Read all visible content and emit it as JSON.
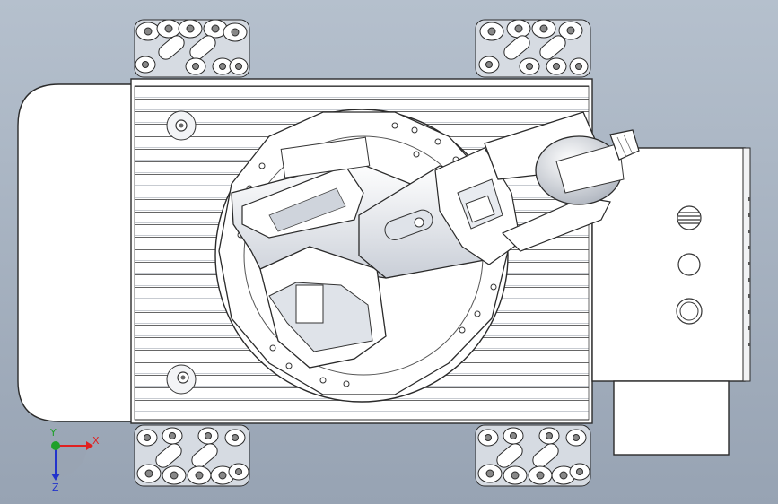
{
  "viewport": {
    "background_top": "#b5c0cd",
    "background_bottom": "#97a3b3"
  },
  "model": {
    "body_fill": "#ffffff",
    "line_color": "#2a2a2a",
    "shade_light": "#e6e9ef",
    "shade_mid": "#c3c9d3",
    "shade_dark": "#9aa1ac"
  },
  "triad": {
    "x_label": "X",
    "y_label": "Y",
    "z_label": "Z",
    "x_color": "#e02020",
    "y_color": "#1fa02a",
    "z_color": "#2233cc"
  }
}
